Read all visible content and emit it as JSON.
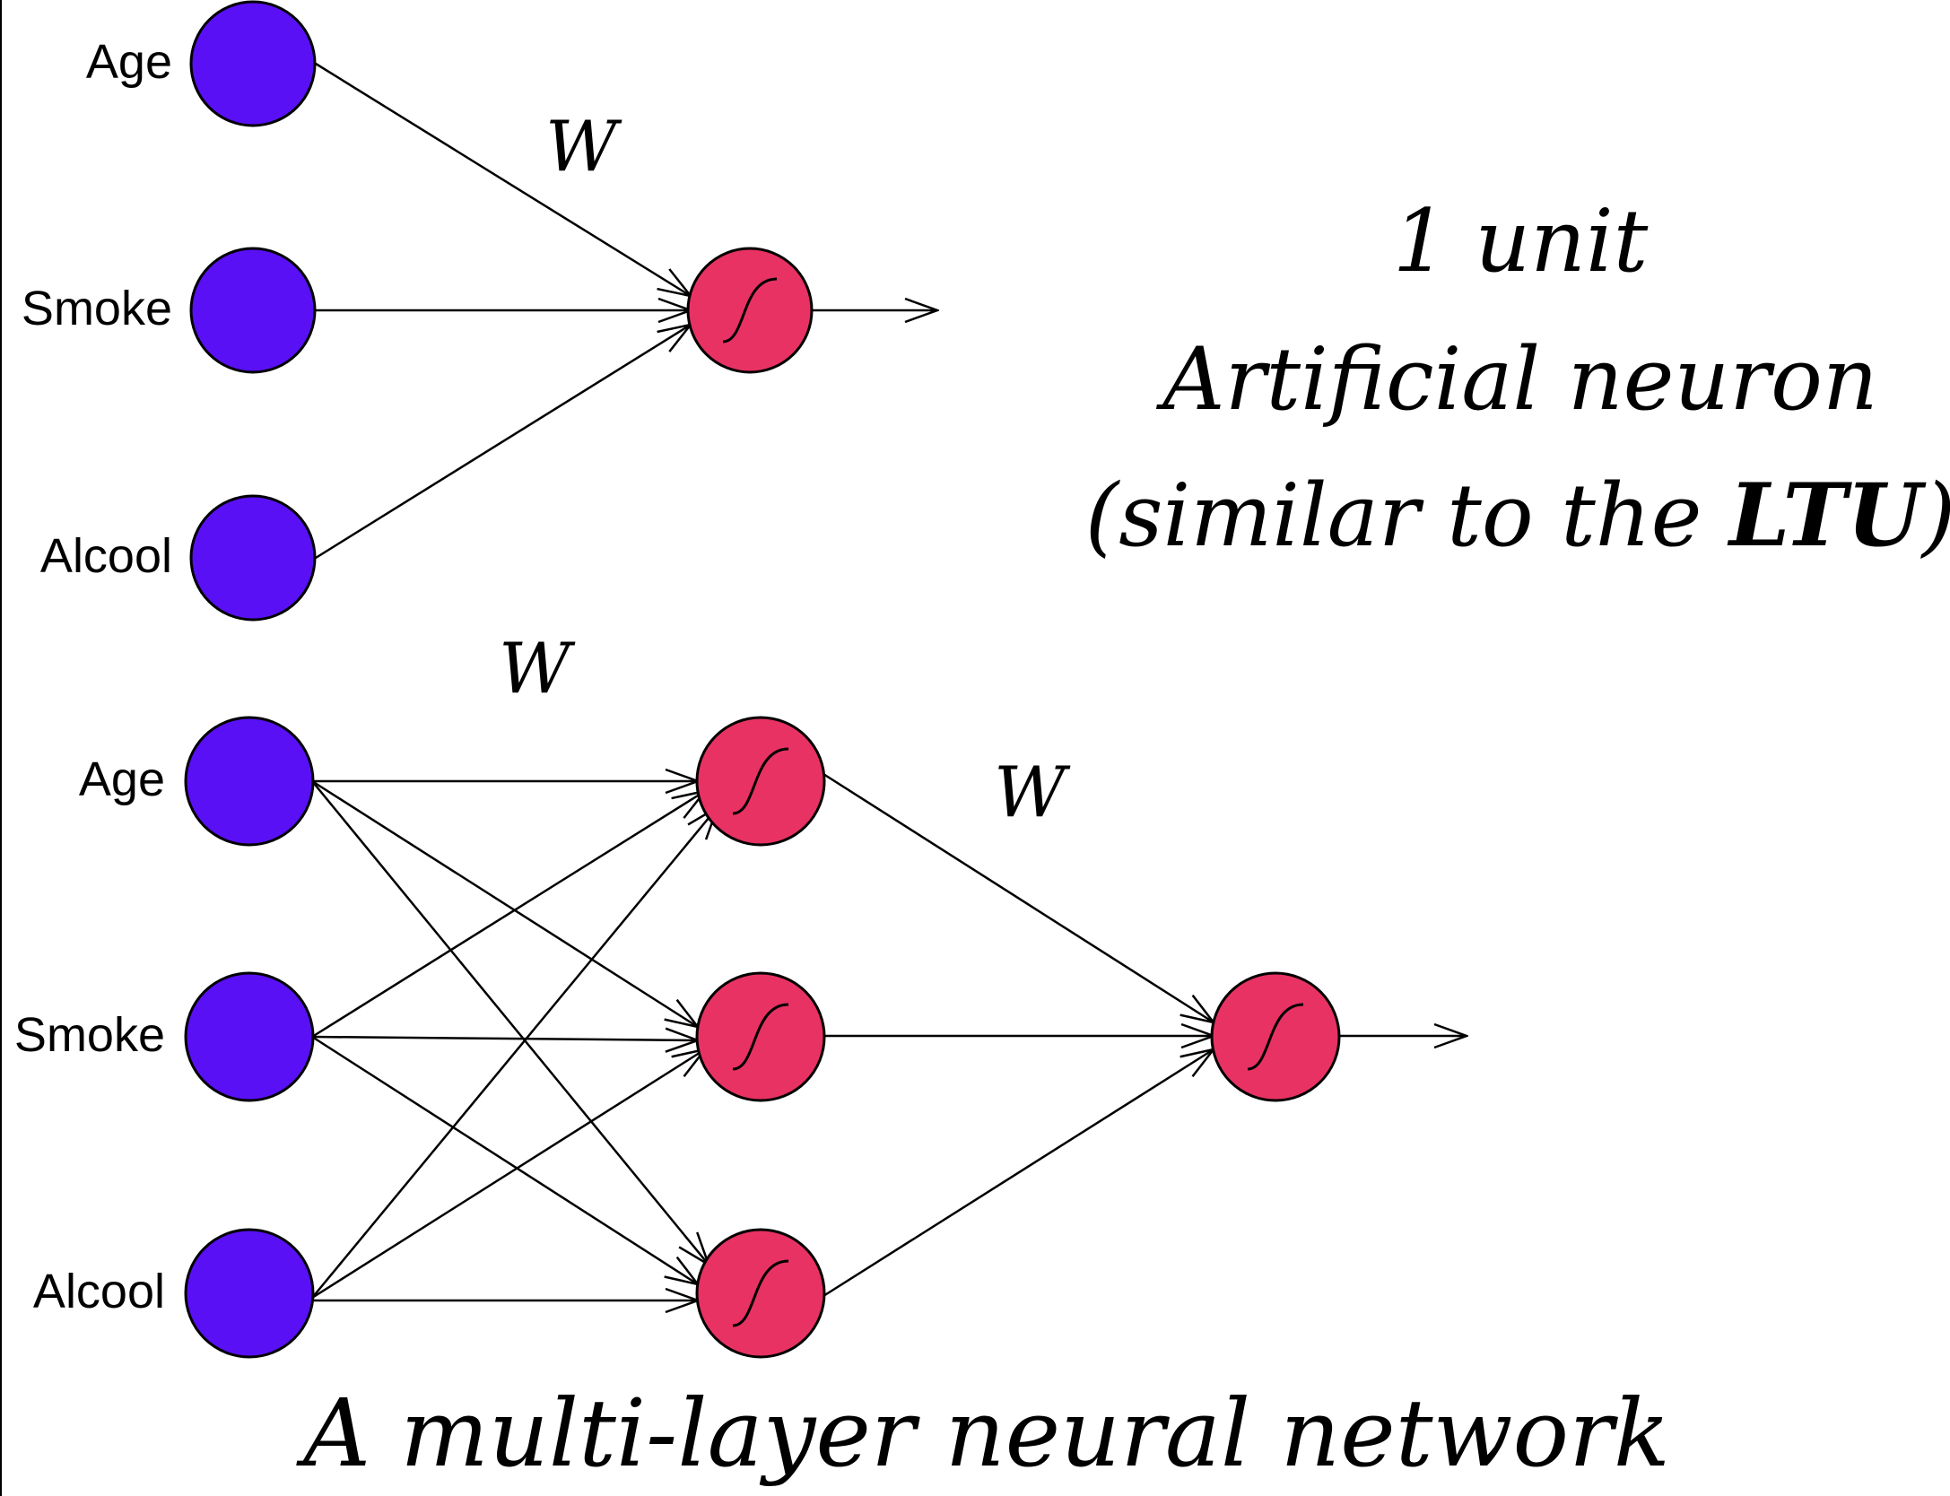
{
  "colors": {
    "input_node": "#5a10f5",
    "unit_node": "#e83263"
  },
  "top_network": {
    "inputs": [
      "Age",
      "Smoke",
      "Alcool"
    ],
    "weight_label": "W",
    "caption": {
      "line1": "1 unit",
      "line2": "Artificial neuron",
      "line3_a": "(similar to the ",
      "line3_b": "LTU",
      "line3_c": ")"
    }
  },
  "bottom_network": {
    "inputs": [
      "Age",
      "Smoke",
      "Alcool"
    ],
    "weight_label_1": "W",
    "weight_label_2": "W",
    "caption": "A multi-layer neural network"
  }
}
